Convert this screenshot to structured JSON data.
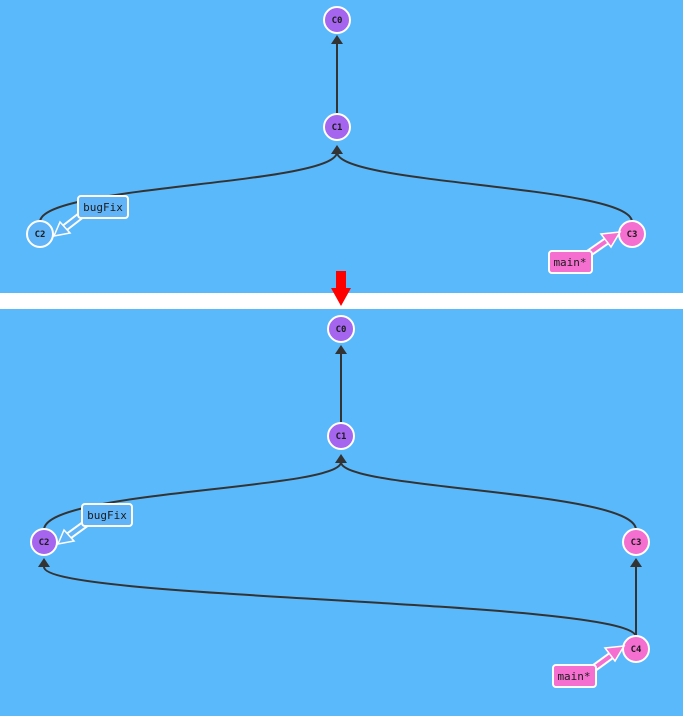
{
  "colors": {
    "background": "#5ab9fb",
    "separator": "#ffffff",
    "edge": "#333333",
    "commit_purple": "#a565ee",
    "commit_blue": "#62b4f8",
    "commit_pink": "#f56fd0",
    "tag_blue": "#62b4f8",
    "tag_pink": "#f56fd0",
    "transition_arrow": "#ff0000"
  },
  "before": {
    "commits": [
      {
        "id": "c0",
        "label": "C0",
        "color": "commit_purple"
      },
      {
        "id": "c1",
        "label": "C1",
        "color": "commit_purple"
      },
      {
        "id": "c2",
        "label": "C2",
        "color": "commit_blue"
      },
      {
        "id": "c3",
        "label": "C3",
        "color": "commit_pink"
      }
    ],
    "branches": [
      {
        "id": "bugfix",
        "label": "bugFix",
        "target": "c2",
        "color": "tag_blue"
      },
      {
        "id": "main",
        "label": "main*",
        "target": "c3",
        "color": "tag_pink"
      }
    ]
  },
  "after": {
    "commits": [
      {
        "id": "c0",
        "label": "C0",
        "color": "commit_purple"
      },
      {
        "id": "c1",
        "label": "C1",
        "color": "commit_purple"
      },
      {
        "id": "c2",
        "label": "C2",
        "color": "commit_purple"
      },
      {
        "id": "c3",
        "label": "C3",
        "color": "commit_pink"
      },
      {
        "id": "c4",
        "label": "C4",
        "color": "commit_pink"
      }
    ],
    "branches": [
      {
        "id": "bugfix",
        "label": "bugFix",
        "target": "c2",
        "color": "tag_blue"
      },
      {
        "id": "main",
        "label": "main*",
        "target": "c4",
        "color": "tag_pink"
      }
    ]
  }
}
